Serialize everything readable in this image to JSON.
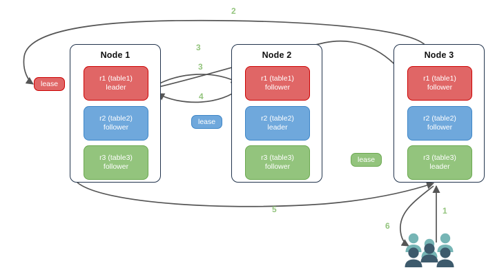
{
  "diagram": {
    "title": "raft-lease-replica-diagram",
    "colors": {
      "red_fill": "#e06666",
      "red_stroke": "#cc0000",
      "blue_fill": "#6fa8dc",
      "blue_stroke": "#3d85c6",
      "green_fill": "#93c47d",
      "green_stroke": "#6aa84f",
      "node_border": "#20324b",
      "arrow": "#555555",
      "step_label": "#93c47d",
      "people_light": "#76b5b5",
      "people_dark": "#3d5a6c"
    }
  },
  "nodes": [
    {
      "id": "node-1",
      "title": "Node 1",
      "replicas": [
        {
          "name": "r1 (table1)",
          "role": "leader",
          "color": "red"
        },
        {
          "name": "r2 (table2)",
          "role": "follower",
          "color": "blue"
        },
        {
          "name": "r3 (table3)",
          "role": "follower",
          "color": "green"
        }
      ]
    },
    {
      "id": "node-2",
      "title": "Node 2",
      "replicas": [
        {
          "name": "r1 (table1)",
          "role": "follower",
          "color": "red"
        },
        {
          "name": "r2 (table2)",
          "role": "leader",
          "color": "blue"
        },
        {
          "name": "r3 (table3)",
          "role": "follower",
          "color": "green"
        }
      ]
    },
    {
      "id": "node-3",
      "title": "Node 3",
      "replicas": [
        {
          "name": "r1 (table1)",
          "role": "follower",
          "color": "red"
        },
        {
          "name": "r2 (table2)",
          "role": "follower",
          "color": "blue"
        },
        {
          "name": "r3 (table3)",
          "role": "leader",
          "color": "green"
        }
      ]
    }
  ],
  "leases": [
    {
      "id": "lease-r1",
      "label": "lease",
      "color": "red"
    },
    {
      "id": "lease-r2",
      "label": "lease",
      "color": "blue"
    },
    {
      "id": "lease-r3",
      "label": "lease",
      "color": "green"
    }
  ],
  "step_labels": [
    {
      "id": "step-1",
      "text": "1"
    },
    {
      "id": "step-2",
      "text": "2"
    },
    {
      "id": "step-3a",
      "text": "3"
    },
    {
      "id": "step-3b",
      "text": "3"
    },
    {
      "id": "step-4",
      "text": "4"
    },
    {
      "id": "step-5",
      "text": "5"
    },
    {
      "id": "step-6",
      "text": "6"
    }
  ],
  "icons": {
    "people": "people-group-icon"
  }
}
